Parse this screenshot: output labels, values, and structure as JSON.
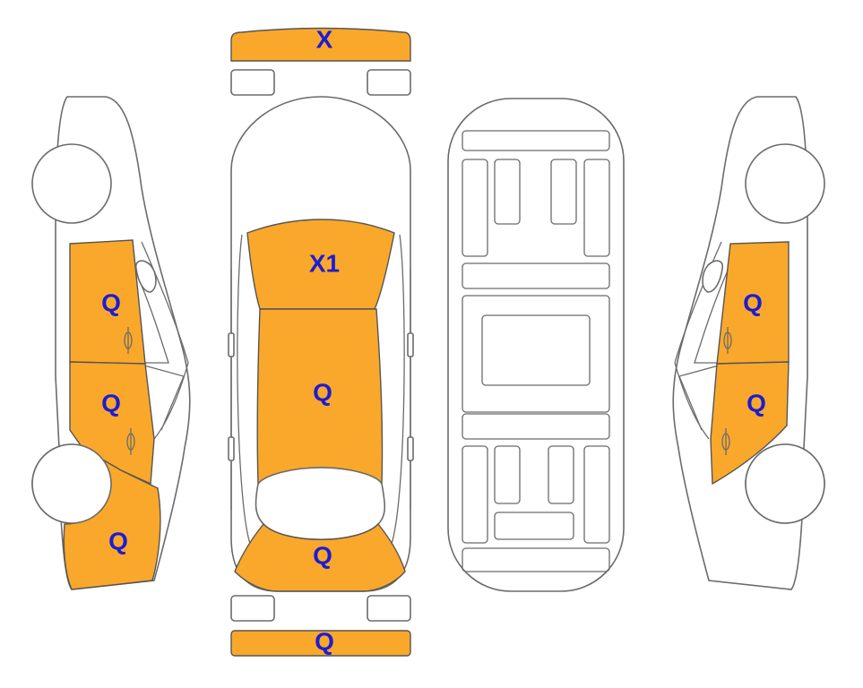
{
  "colors": {
    "damage_fill": "#F9A82B",
    "code_text": "#1C1CD4",
    "outline": "#6b6b6b"
  },
  "codes": {
    "front_bumper": "X",
    "hood": "X1",
    "roof": "Q",
    "trunk": "Q",
    "rear_bumper": "Q",
    "left_front_door": "Q",
    "left_rear_door": "Q",
    "left_rear_quarter": "Q",
    "right_front_door": "Q",
    "right_rear_door": "Q"
  }
}
